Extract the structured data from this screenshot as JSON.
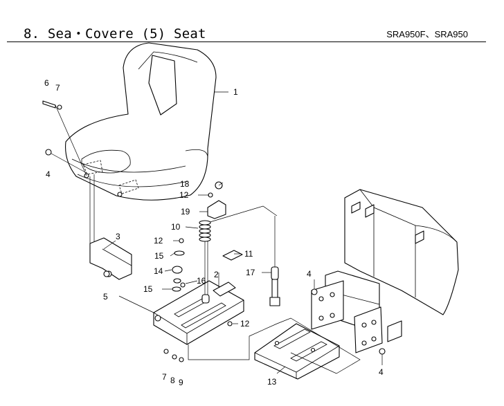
{
  "header": {
    "title": "8. Sea・Covere (5) Seat",
    "models": "SRA950F、SRA950"
  },
  "callouts": [
    {
      "id": "c1",
      "text": "1"
    },
    {
      "id": "c2",
      "text": "2"
    },
    {
      "id": "c3",
      "text": "3"
    },
    {
      "id": "c4a",
      "text": "4"
    },
    {
      "id": "c4b",
      "text": "4"
    },
    {
      "id": "c4c",
      "text": "4"
    },
    {
      "id": "c5",
      "text": "5"
    },
    {
      "id": "c6",
      "text": "6"
    },
    {
      "id": "c7a",
      "text": "7"
    },
    {
      "id": "c7b",
      "text": "7"
    },
    {
      "id": "c8",
      "text": "8"
    },
    {
      "id": "c9",
      "text": "9"
    },
    {
      "id": "c10",
      "text": "10"
    },
    {
      "id": "c11",
      "text": "11"
    },
    {
      "id": "c12a",
      "text": "12"
    },
    {
      "id": "c12b",
      "text": "12"
    },
    {
      "id": "c12c",
      "text": "12"
    },
    {
      "id": "c13",
      "text": "13"
    },
    {
      "id": "c14",
      "text": "14"
    },
    {
      "id": "c15a",
      "text": "15"
    },
    {
      "id": "c15b",
      "text": "15"
    },
    {
      "id": "c16",
      "text": "16"
    },
    {
      "id": "c17",
      "text": "17"
    },
    {
      "id": "c18",
      "text": "18"
    },
    {
      "id": "c19",
      "text": "19"
    }
  ]
}
